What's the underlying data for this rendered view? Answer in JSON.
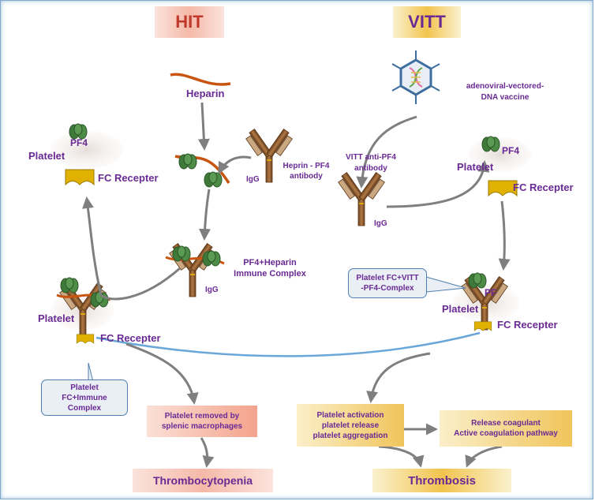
{
  "headers": {
    "left": "HIT",
    "right": "VITT"
  },
  "labels": {
    "heparin": "Heparin",
    "pf4_left": "PF4",
    "platelet_left": "Platelet",
    "fc_receptor_left": "FC Recepter",
    "heparin_pf4_antibody_1": "Heprin - PF4",
    "heparin_pf4_antibody_2": "antibody",
    "igg_top": "IgG",
    "immune_complex_1": "PF4+Heparin",
    "immune_complex_2": "Immune Complex",
    "igg_middle": "IgG",
    "platelet_bottom_left": "Platelet",
    "fc_receptor_bottom_left": "FC Recepter",
    "vaccine_1": "adenoviral-vectored-",
    "vaccine_2": "DNA vaccine",
    "vitt_antibody_1": "VITT anti-PF4",
    "vitt_antibody_2": "antibody",
    "igg_right": "IgG",
    "pf4_right": "PF4",
    "platelet_right": "Platelet",
    "fc_receptor_right": "FC Recepter",
    "pf_right_partial": "PF",
    "platelet_bottom_right": "Platelet",
    "fc_receptor_bottom_right": "FC Recepter"
  },
  "callouts": {
    "left_1": "Platelet",
    "left_2": "FC+Immune",
    "left_3": "Complex",
    "right_1": "Platelet FC+VITT",
    "right_2": "-PF4-Complex"
  },
  "boxes": {
    "macrophage_1": "Platelet removed by",
    "macrophage_2": "splenic macrophages",
    "activation_1": "Platelet activation",
    "activation_2": "platelet release",
    "activation_3": "platelet aggregation",
    "coagulant_1": "Release coagulant",
    "coagulant_2": "Active coagulation pathway"
  },
  "outcomes": {
    "left": "Thrombocytopenia",
    "right": "Thrombosis"
  },
  "colors": {
    "arrow": "#7f7f7f",
    "fc_line": "#6aa7d8",
    "heparin": "#c8540f",
    "pf4": "#3f7a3a",
    "antibody": "#8b5a2b",
    "fc_receptor": "#e0b100",
    "label": "#6a2a94"
  }
}
